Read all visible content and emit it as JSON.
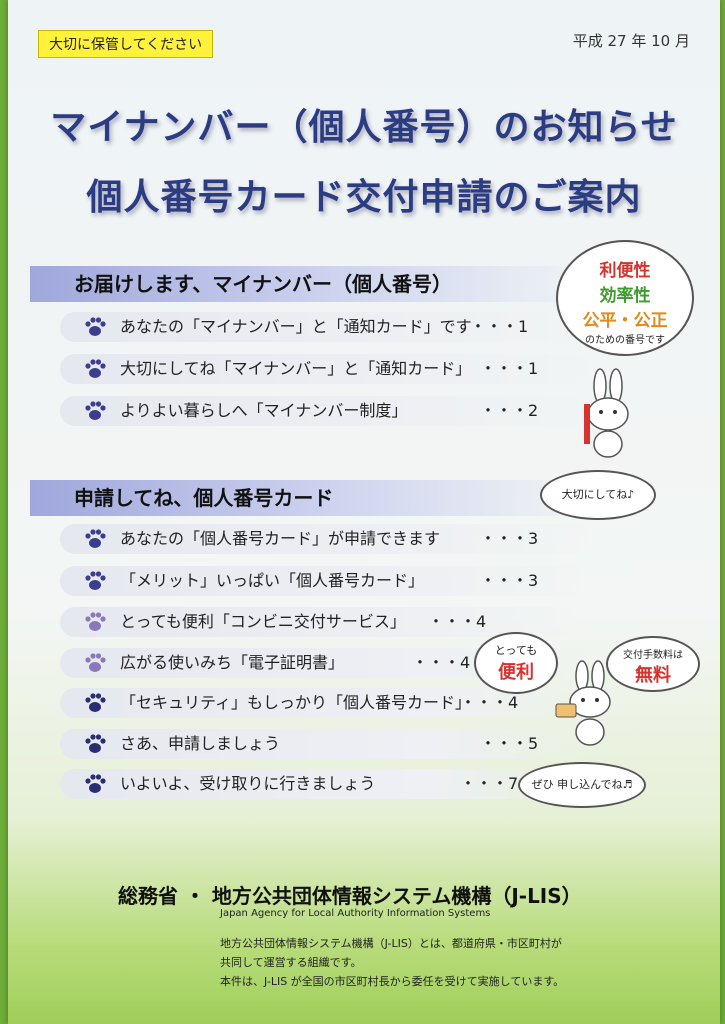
{
  "header": {
    "tag": "大切に保管してください",
    "date": "平成 27 年 10 月",
    "title1": "マイナンバー（個人番号）のお知らせ",
    "title2": "個人番号カード交付申請のご案内"
  },
  "section1": {
    "heading": "お届けします、マイナンバー（個人番号）",
    "items": [
      {
        "text": "あなたの「マイナンバー」と「通知カード」です",
        "page": "・・・1"
      },
      {
        "text": "大切にしてね「マイナンバー」と「通知カード」",
        "page": "・・・1"
      },
      {
        "text": "よりよい暮らしへ「マイナンバー制度」",
        "page": "・・・2"
      }
    ]
  },
  "section2": {
    "heading": "申請してね、個人番号カード",
    "items": [
      {
        "text": "あなたの「個人番号カード」が申請できます",
        "page": "・・・3"
      },
      {
        "text": "「メリット」いっぱい「個人番号カード」",
        "page": "・・・3"
      },
      {
        "text": "とっても便利「コンビニ交付サービス」",
        "page": "・・・4"
      },
      {
        "text": "広がる使いみち「電子証明書」",
        "page": "・・・4"
      },
      {
        "text": "「セキュリティ」もしっかり「個人番号カード」",
        "page": "・・・4"
      },
      {
        "text": "さあ、申請しましょう",
        "page": "・・・5"
      },
      {
        "text": "いよいよ、受け取りに行きましょう",
        "page": "・・・7"
      }
    ]
  },
  "bubbles": {
    "b1_l1": "利便性",
    "b1_l2": "効率性",
    "b1_l3": "公平・公正",
    "b1_l4": "のための番号です",
    "b2": "大切にしてね♪",
    "b3_a": "とっても",
    "b3_b": "便利",
    "b4_a": "交付手数料は",
    "b4_b": "無料",
    "b5": "ぜひ 申し込んでね♬"
  },
  "footer": {
    "org": "総務省 ・ 地方公共団体情報システム機構（J-LIS）",
    "org_en": "Japan Agency for Local Authority Information Systems",
    "note1": "地方公共団体情報システム機構（J-LIS）とは、都道府県・市区町村が",
    "note2": "共同して運営する組織です。",
    "note3": "本件は、J-LIS が全国の市区町村長から委任を受けて実施しています。"
  },
  "colors": {
    "title": "#2b3c82",
    "paw": "#3a3e8c",
    "accent_red": "#d8322e",
    "tag_bg": "#fff23a"
  }
}
